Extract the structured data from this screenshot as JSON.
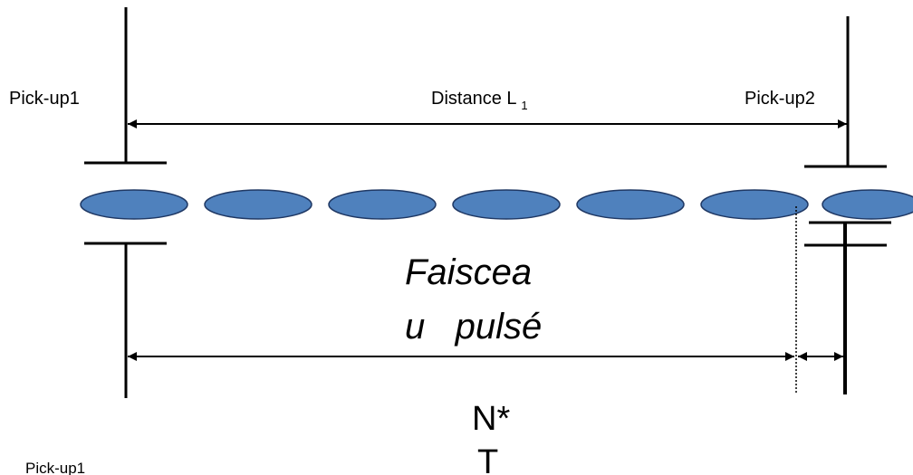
{
  "labels": {
    "pickup1": "Pick-up1",
    "pickup2": "Pick-up2",
    "distance_main": "Distance L",
    "distance_sub": "1",
    "beam_line1": "Faiscea",
    "beam_line2": "u   pulsé",
    "formula_line1": "N*",
    "formula_line2": "T",
    "pickup1_bottom": "Pick-up1"
  },
  "colors": {
    "bunch_fill": "#4f81bd",
    "bunch_stroke": "#1f3864",
    "line": "#000000"
  }
}
